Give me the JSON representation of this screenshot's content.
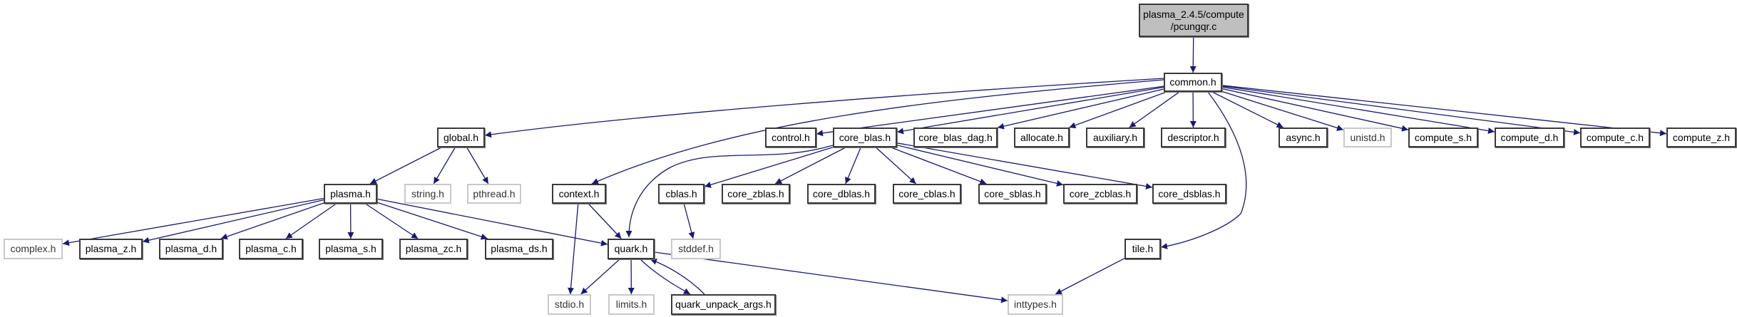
{
  "graph": {
    "edge_color": "#191970",
    "root_fill": "#bfbfbf",
    "external_border": "#c8c8c8",
    "root": {
      "line1": "plasma_2.4.5/compute",
      "line2": "/pcungqr.c"
    },
    "nodes": [
      {
        "id": "common",
        "label": "common.h",
        "external": false
      },
      {
        "id": "global",
        "label": "global.h",
        "external": false
      },
      {
        "id": "control",
        "label": "control.h",
        "external": false
      },
      {
        "id": "core_blas",
        "label": "core_blas.h",
        "external": false
      },
      {
        "id": "core_blas_dag",
        "label": "core_blas_dag.h",
        "external": false
      },
      {
        "id": "allocate",
        "label": "allocate.h",
        "external": false
      },
      {
        "id": "auxiliary",
        "label": "auxiliary.h",
        "external": false
      },
      {
        "id": "descriptor",
        "label": "descriptor.h",
        "external": false
      },
      {
        "id": "async",
        "label": "async.h",
        "external": false
      },
      {
        "id": "unistd",
        "label": "unistd.h",
        "external": true
      },
      {
        "id": "compute_s",
        "label": "compute_s.h",
        "external": false
      },
      {
        "id": "compute_d",
        "label": "compute_d.h",
        "external": false
      },
      {
        "id": "compute_c",
        "label": "compute_c.h",
        "external": false
      },
      {
        "id": "compute_z",
        "label": "compute_z.h",
        "external": false
      },
      {
        "id": "plasma",
        "label": "plasma.h",
        "external": false
      },
      {
        "id": "string",
        "label": "string.h",
        "external": true
      },
      {
        "id": "pthread",
        "label": "pthread.h",
        "external": true
      },
      {
        "id": "context",
        "label": "context.h",
        "external": false
      },
      {
        "id": "cblas",
        "label": "cblas.h",
        "external": false
      },
      {
        "id": "core_zblas",
        "label": "core_zblas.h",
        "external": false
      },
      {
        "id": "core_dblas",
        "label": "core_dblas.h",
        "external": false
      },
      {
        "id": "core_cblas",
        "label": "core_cblas.h",
        "external": false
      },
      {
        "id": "core_sblas",
        "label": "core_sblas.h",
        "external": false
      },
      {
        "id": "core_zcblas",
        "label": "core_zcblas.h",
        "external": false
      },
      {
        "id": "core_dsblas",
        "label": "core_dsblas.h",
        "external": false
      },
      {
        "id": "complex",
        "label": "complex.h",
        "external": true
      },
      {
        "id": "plasma_z",
        "label": "plasma_z.h",
        "external": false
      },
      {
        "id": "plasma_d",
        "label": "plasma_d.h",
        "external": false
      },
      {
        "id": "plasma_c",
        "label": "plasma_c.h",
        "external": false
      },
      {
        "id": "plasma_s",
        "label": "plasma_s.h",
        "external": false
      },
      {
        "id": "plasma_zc",
        "label": "plasma_zc.h",
        "external": false
      },
      {
        "id": "plasma_ds",
        "label": "plasma_ds.h",
        "external": false
      },
      {
        "id": "quark",
        "label": "quark.h",
        "external": false
      },
      {
        "id": "stddef",
        "label": "stddef.h",
        "external": true
      },
      {
        "id": "tile",
        "label": "tile.h",
        "external": false
      },
      {
        "id": "stdio",
        "label": "stdio.h",
        "external": true
      },
      {
        "id": "limits",
        "label": "limits.h",
        "external": true
      },
      {
        "id": "quark_unpack_args",
        "label": "quark_unpack_args.h",
        "external": false
      },
      {
        "id": "inttypes",
        "label": "inttypes.h",
        "external": true
      }
    ],
    "edges": [
      [
        "root",
        "common"
      ],
      [
        "common",
        "global"
      ],
      [
        "common",
        "context"
      ],
      [
        "common",
        "control"
      ],
      [
        "common",
        "core_blas"
      ],
      [
        "common",
        "core_blas_dag"
      ],
      [
        "common",
        "allocate"
      ],
      [
        "common",
        "auxiliary"
      ],
      [
        "common",
        "descriptor"
      ],
      [
        "common",
        "tile"
      ],
      [
        "common",
        "async"
      ],
      [
        "common",
        "unistd"
      ],
      [
        "common",
        "compute_s"
      ],
      [
        "common",
        "compute_d"
      ],
      [
        "common",
        "compute_c"
      ],
      [
        "common",
        "compute_z"
      ],
      [
        "global",
        "plasma"
      ],
      [
        "global",
        "string"
      ],
      [
        "global",
        "pthread"
      ],
      [
        "plasma",
        "complex"
      ],
      [
        "plasma",
        "plasma_z"
      ],
      [
        "plasma",
        "plasma_d"
      ],
      [
        "plasma",
        "plasma_c"
      ],
      [
        "plasma",
        "plasma_s"
      ],
      [
        "plasma",
        "plasma_zc"
      ],
      [
        "plasma",
        "plasma_ds"
      ],
      [
        "plasma",
        "quark"
      ],
      [
        "context",
        "stdio"
      ],
      [
        "context",
        "quark"
      ],
      [
        "core_blas",
        "quark"
      ],
      [
        "core_blas",
        "cblas"
      ],
      [
        "core_blas",
        "core_zblas"
      ],
      [
        "core_blas",
        "core_dblas"
      ],
      [
        "core_blas",
        "core_cblas"
      ],
      [
        "core_blas",
        "core_sblas"
      ],
      [
        "core_blas",
        "core_zcblas"
      ],
      [
        "core_blas",
        "core_dsblas"
      ],
      [
        "cblas",
        "stddef"
      ],
      [
        "quark",
        "stdio"
      ],
      [
        "quark",
        "limits"
      ],
      [
        "quark",
        "quark_unpack_args"
      ],
      [
        "quark",
        "inttypes"
      ],
      [
        "quark_unpack_args",
        "quark"
      ],
      [
        "tile",
        "inttypes"
      ]
    ]
  }
}
